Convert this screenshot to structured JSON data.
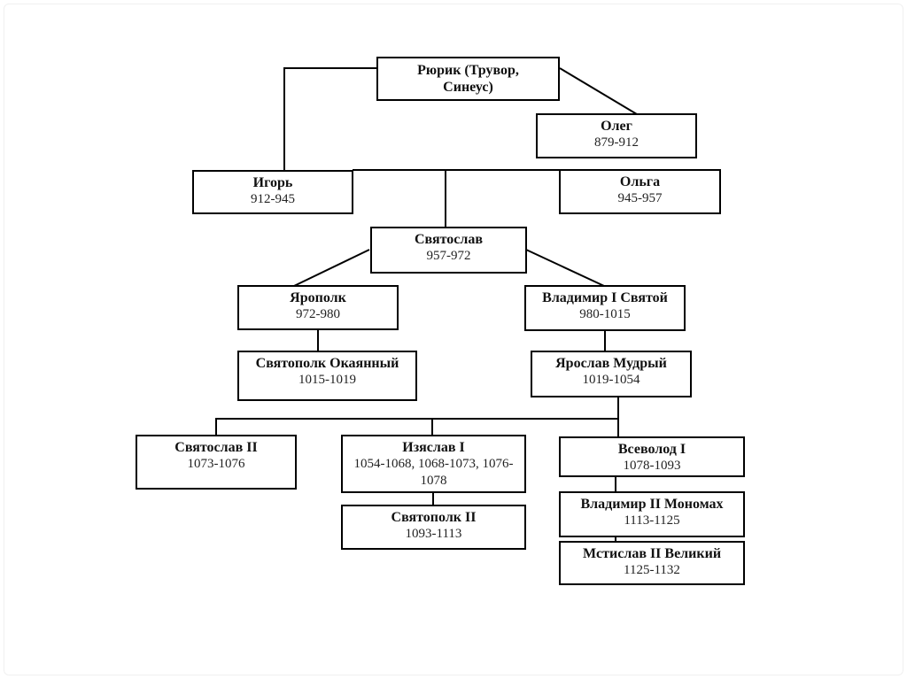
{
  "diagram": {
    "type": "family-tree",
    "language": "ru",
    "subject": "Rurikid dynasty rulers genealogy"
  },
  "nodes": [
    {
      "id": "rurik",
      "name": "Рюрик (Трувор, Синеус)",
      "years": ""
    },
    {
      "id": "oleg",
      "name": "Олег",
      "years": "879-912"
    },
    {
      "id": "igor",
      "name": "Игорь",
      "years": "912-945"
    },
    {
      "id": "olga",
      "name": "Ольга",
      "years": "945-957"
    },
    {
      "id": "svyatoslav",
      "name": "Святослав",
      "years": "957-972"
    },
    {
      "id": "yaropolk",
      "name": "Ярополк",
      "years": "972-980"
    },
    {
      "id": "vladimir1",
      "name": "Владимир I Святой",
      "years": "980-1015"
    },
    {
      "id": "svyatopolk-ok",
      "name": "Святополк Окаянный",
      "years": "1015-1019"
    },
    {
      "id": "yaroslav",
      "name": "Ярослав Мудрый",
      "years": "1019-1054"
    },
    {
      "id": "svyatoslav2",
      "name": "Святослав II",
      "years": "1073-1076"
    },
    {
      "id": "izyaslav1",
      "name": "Изяслав I",
      "years": "1054-1068, 1068-1073, 1076-1078"
    },
    {
      "id": "vsevolod1",
      "name": "Всеволод I",
      "years": "1078-1093"
    },
    {
      "id": "svyatopolk2",
      "name": "Святополк II",
      "years": "1093-1113"
    },
    {
      "id": "vladimir2",
      "name": "Владимир II Мономах",
      "years": "1113-1125"
    },
    {
      "id": "mstislav2",
      "name": "Мстислав II Великий",
      "years": "1125-1132"
    }
  ],
  "edges": [
    {
      "from": "rurik",
      "to": "igor"
    },
    {
      "from": "rurik",
      "to": "oleg"
    },
    {
      "from": "igor",
      "to": "olga"
    },
    {
      "from": "igor",
      "to": "svyatoslav"
    },
    {
      "from": "svyatoslav",
      "to": "yaropolk"
    },
    {
      "from": "svyatoslav",
      "to": "vladimir1"
    },
    {
      "from": "yaropolk",
      "to": "svyatopolk-ok"
    },
    {
      "from": "vladimir1",
      "to": "yaroslav"
    },
    {
      "from": "yaroslav",
      "to": "svyatoslav2"
    },
    {
      "from": "yaroslav",
      "to": "izyaslav1"
    },
    {
      "from": "yaroslav",
      "to": "vsevolod1"
    },
    {
      "from": "izyaslav1",
      "to": "svyatopolk2"
    },
    {
      "from": "vsevolod1",
      "to": "vladimir2"
    },
    {
      "from": "vladimir2",
      "to": "mstislav2"
    }
  ],
  "colors": {
    "background": "#ffffff",
    "box_border": "#000000",
    "text": "#111111",
    "line": "#000000"
  }
}
